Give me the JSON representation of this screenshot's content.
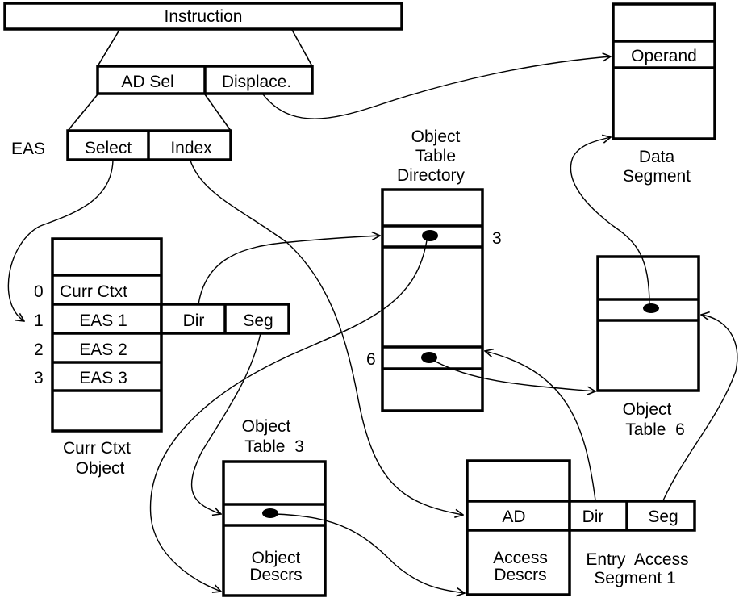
{
  "diagram": {
    "instruction": {
      "title": "Instruction",
      "fields": [
        "AD Sel",
        "Displace."
      ]
    },
    "eas": {
      "label": "EAS",
      "fields": [
        "Select",
        "Index"
      ]
    },
    "curr_ctxt_object": {
      "caption": [
        "Curr Ctxt",
        "Object"
      ],
      "rows": [
        {
          "index": "0",
          "label": "Curr Ctxt"
        },
        {
          "index": "1",
          "label": "EAS 1"
        },
        {
          "index": "2",
          "label": "EAS 2"
        },
        {
          "index": "3",
          "label": "EAS 3"
        }
      ],
      "eas1_extension": [
        "Dir",
        "Seg"
      ]
    },
    "object_table_directory": {
      "caption": [
        "Object",
        "Table",
        "Directory"
      ],
      "entry_indices": [
        "3",
        "6"
      ]
    },
    "data_segment": {
      "caption": [
        "Data",
        "Segment"
      ],
      "entry": "Operand"
    },
    "object_table_6": {
      "caption": [
        "Object",
        "Table  6"
      ]
    },
    "object_table_3": {
      "caption": [
        "Object",
        "Table  3"
      ],
      "body": [
        "Object",
        "Descrs"
      ]
    },
    "entry_access_segment": {
      "caption": [
        "Entry  Access",
        "Segment 1"
      ],
      "fields": [
        "AD",
        "Dir",
        "Seg"
      ],
      "body": [
        "Access",
        "Descrs"
      ]
    },
    "connections": [
      {
        "from": "Instruction",
        "to": "AD Sel / Displace.",
        "kind": "expansion"
      },
      {
        "from": "AD Sel",
        "to": "EAS Select / Index",
        "kind": "expansion"
      },
      {
        "from": "Displace.",
        "to": "Data Segment: Operand",
        "kind": "arrow"
      },
      {
        "from": "EAS Select",
        "to": "Curr Ctxt Object: EAS 1",
        "kind": "arrow"
      },
      {
        "from": "EAS Index",
        "to": "Entry Access Segment 1: AD",
        "kind": "arrow"
      },
      {
        "from": "EAS 1 Dir",
        "to": "Object Table Directory: entry 3",
        "kind": "arrow"
      },
      {
        "from": "EAS 1 Seg",
        "to": "Object Table 3: entry",
        "kind": "arrow"
      },
      {
        "from": "Directory entry 3",
        "to": "Object Table 3",
        "kind": "arrow"
      },
      {
        "from": "Directory entry 6",
        "to": "Object Table 6",
        "kind": "arrow"
      },
      {
        "from": "Object Table 3 entry",
        "to": "Entry Access Segment 1",
        "kind": "arrow"
      },
      {
        "from": "Object Table 6 entry",
        "to": "Data Segment",
        "kind": "arrow"
      },
      {
        "from": "Entry Access Dir",
        "to": "Directory entry 6",
        "kind": "arrow"
      },
      {
        "from": "Entry Access Seg",
        "to": "Object Table 6 entry",
        "kind": "arrow"
      }
    ]
  }
}
